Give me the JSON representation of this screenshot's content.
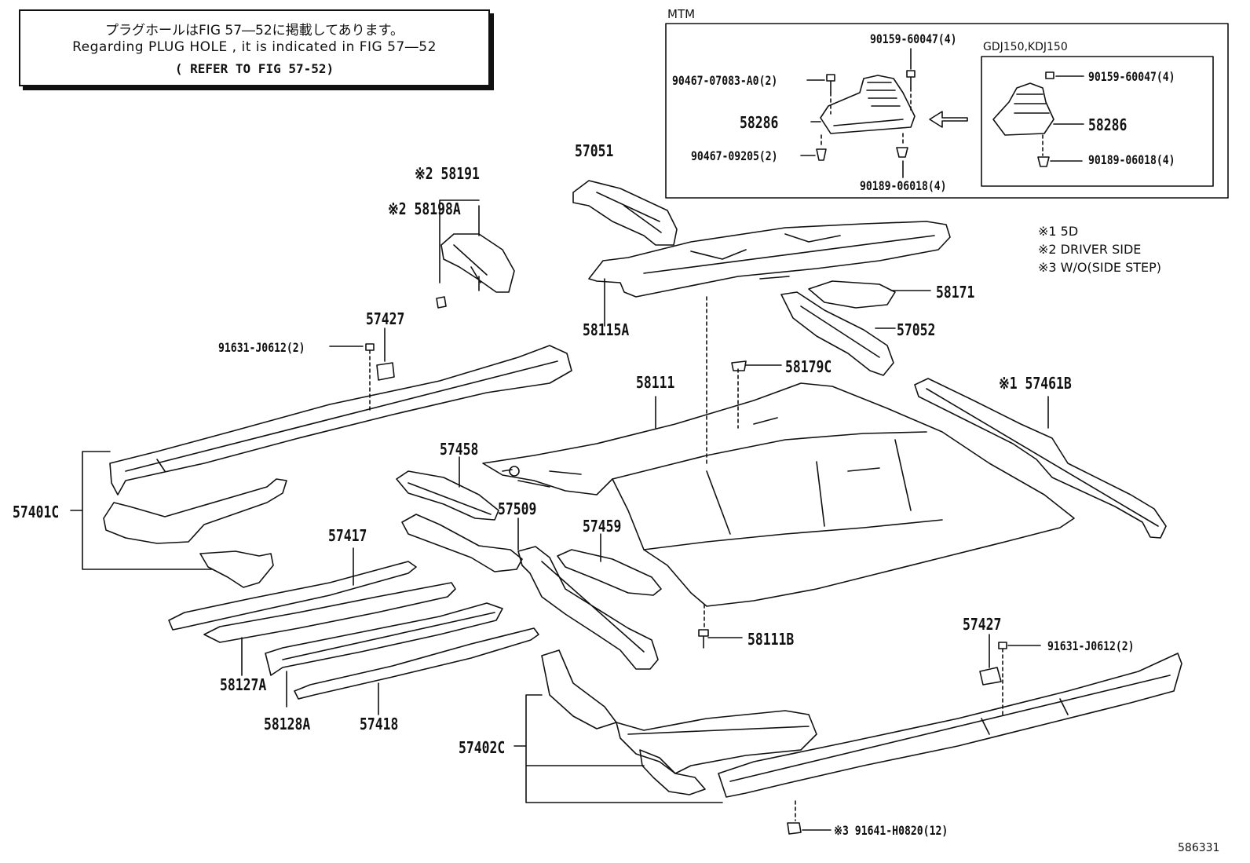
{
  "note": {
    "line1": "プラグホールはFIG 57―52に掲載してあります。",
    "line2": "Regarding  PLUG  HOLE , it is indicated in FIG  57―52",
    "line3": "( REFER TO FIG 57-52)"
  },
  "inset": {
    "title": "MTM",
    "sub_title": "GDJ150,KDJ150",
    "labels": {
      "a": "90159-60047(4)",
      "b": "90467-07083-A0(2)",
      "c": "58286",
      "d": "90467-09205(2)",
      "e": "90189-06018(4)",
      "f": "90159-60047(4)",
      "g": "58286",
      "h": "90189-06018(4)"
    }
  },
  "legend": {
    "l1": "※1 5D",
    "l2": "※2 DRIVER SIDE",
    "l3": "※3 W/O(SIDE STEP)"
  },
  "parts": {
    "p57051": "57051",
    "p58191": "※2 58191",
    "p58198a": "※2 58198A",
    "p58115a": "58115A",
    "p58171": "58171",
    "p57052": "57052",
    "p57427a": "57427",
    "p91631a": "91631-J0612(2)",
    "p58179c": "58179C",
    "p58111": "58111",
    "p57461b": "※1 57461B",
    "p57458": "57458",
    "p57401c": "57401C",
    "p57509": "57509",
    "p57417": "57417",
    "p57459": "57459",
    "p58127a": "58127A",
    "p58128a": "58128A",
    "p57418": "57418",
    "p58111b": "58111B",
    "p57427b": "57427",
    "p91631b": "91631-J0612(2)",
    "p57402c": "57402C",
    "p91641": "※3 91641-H0820(12)"
  },
  "diagram_id": "586331"
}
